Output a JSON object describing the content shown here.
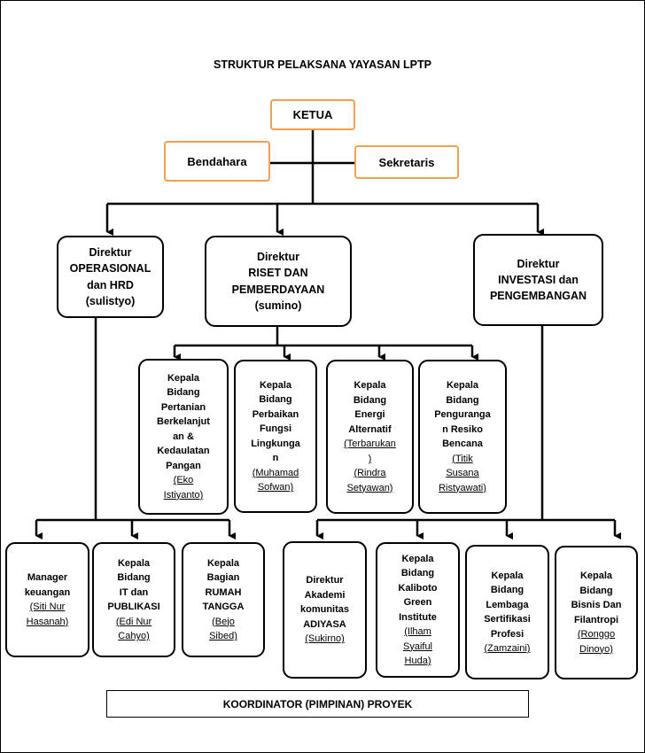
{
  "title": "STRUKTUR PELAKSANA YAYASAN LPTP",
  "ketua": "KETUA",
  "bendahara": "Bendahara",
  "sekretaris": "Sekretaris",
  "directors": {
    "operasional": {
      "title": "Direktur\nOPERASIONAL\ndan HRD",
      "person": "(sulistyo)"
    },
    "riset": {
      "title": "Direktur\nRISET DAN\nPEMBERDAYAAN",
      "person": "(sumino)"
    },
    "investasi": {
      "title": "Direktur\nINVESTASI dan\nPENGEMBANGAN",
      "person": ""
    }
  },
  "kabid": [
    {
      "title": "Kepala\nBidang\nPertanian\nBerkelanjut\nan &\nKedaulatan\nPangan",
      "person": "(Eko\nIstiyanto)"
    },
    {
      "title": "Kepala\nBidang\nPerbaikan\nFungsi\nLingkunga\nn",
      "person": "(Muhamad\nSofwan)"
    },
    {
      "title": "Kepala\nBidang\nEnergi\nAlternatif",
      "person": "(Terbarukan\n)\n(Rindra\nSetyawan)"
    },
    {
      "title": "Kepala\nBidang\nPenguranga\nn Resiko\nBencana",
      "person": "(Titik\nSusana\nRistyawati)"
    }
  ],
  "units": [
    {
      "title": "Manager\nkeuangan",
      "person": "(Siti Nur\nHasanah)"
    },
    {
      "title": "Kepala\nBidang\nIT dan\nPUBLIKASI",
      "person": "(Edi Nur\nCahyo)"
    },
    {
      "title": "Kepala\nBagian\nRUMAH\nTANGGA",
      "person": "(Bejo\nSibed)"
    },
    {
      "title": "Direktur\nAkademi\nkomunitas\nADIYASA",
      "person": "(Sukirno)"
    },
    {
      "title": "Kepala\nBidang\nKaliboto\nGreen\nInstitute",
      "person": "(Ilham\nSyaiful\nHuda)"
    },
    {
      "title": "Kepala\nBidang\nLembaga\nSertifikasi\nProfesi",
      "person": "(Zamzaini)"
    },
    {
      "title": "Kepala\nBidang\nBisnis  Dan\nFilantropi",
      "person": "(Ronggo\nDinoyo)"
    }
  ],
  "koordinator": "KOORDINATOR (PIMPINAN)  PROYEK"
}
